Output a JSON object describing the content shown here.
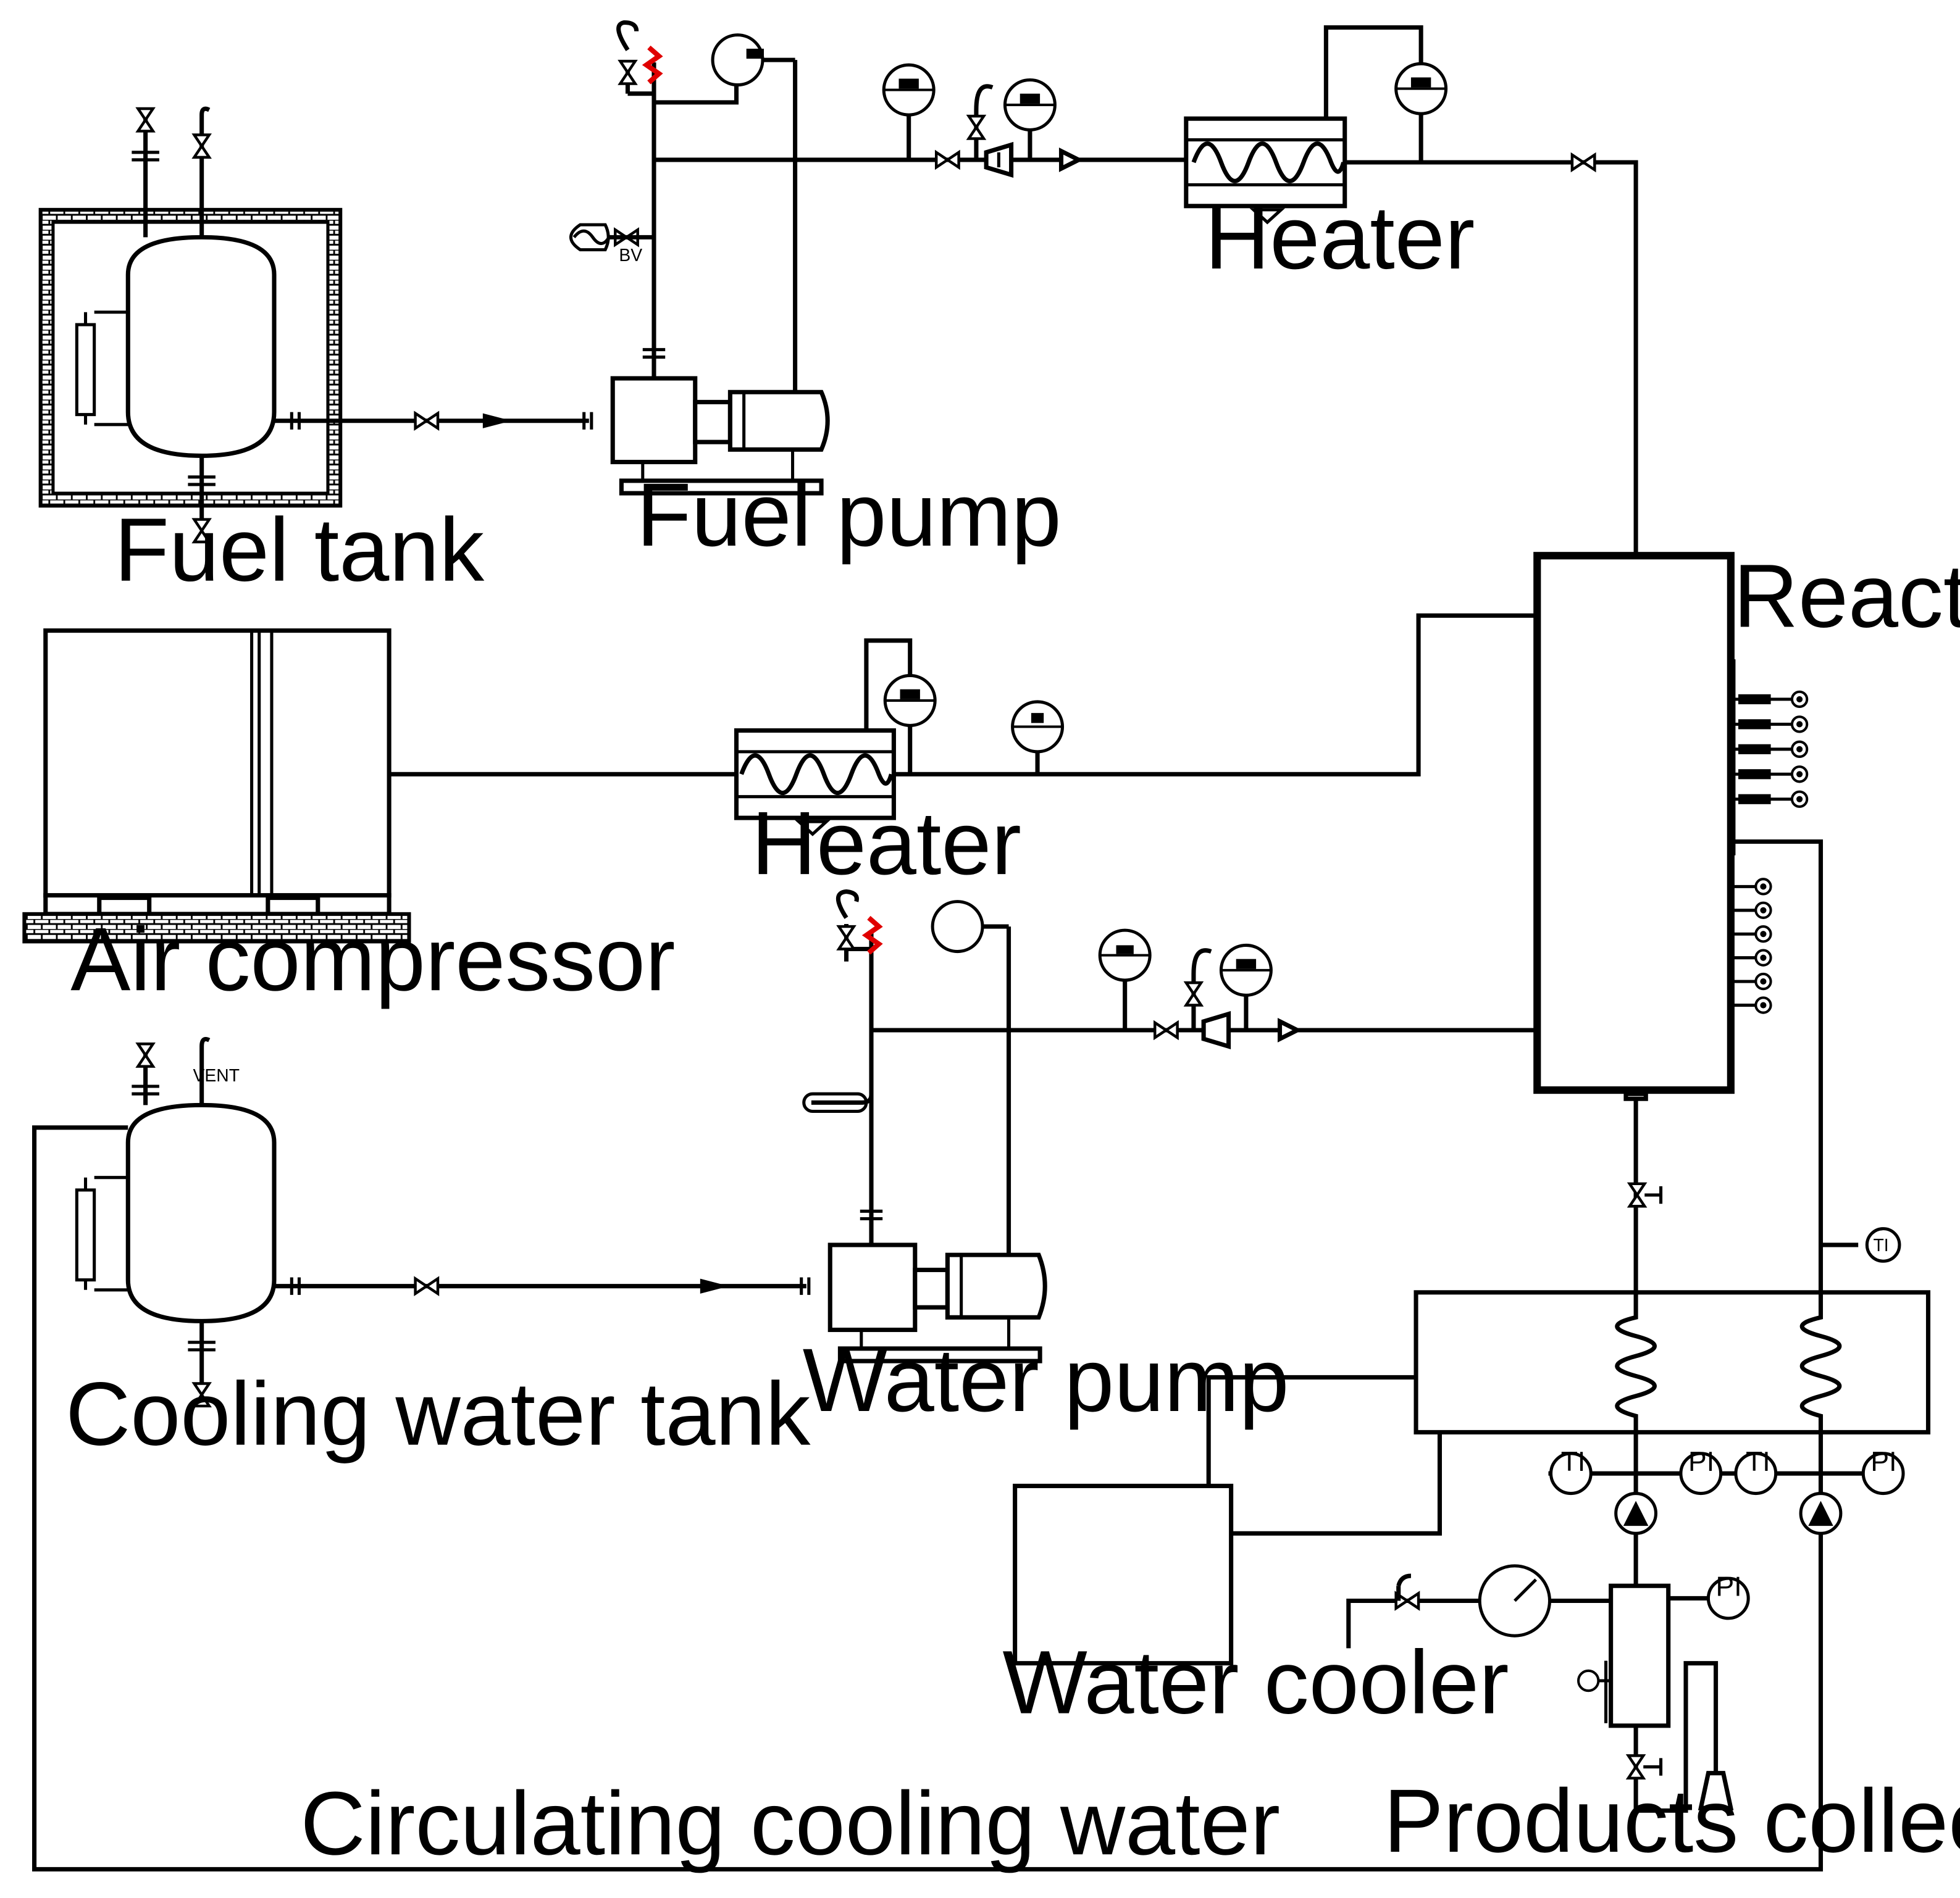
{
  "labels": {
    "fuel_tank": "Fuel tank",
    "fuel_pump": "Fuel pump",
    "heater_top": "Heater",
    "reactor": "Reactor",
    "air_compressor": "Air compressor",
    "heater_mid": "Heater",
    "water_pump": "Water pump",
    "cooling_water_tank": "Cooling water tank",
    "water_cooler": "Water cooler",
    "circulating_cooling_water": "Circulating cooling water",
    "products_collection": "Products collection"
  },
  "gauges": {
    "ti": "TI",
    "pi": "PI"
  },
  "tags": {
    "fuel_valve": "BV",
    "cooling_vent": "VENT"
  }
}
